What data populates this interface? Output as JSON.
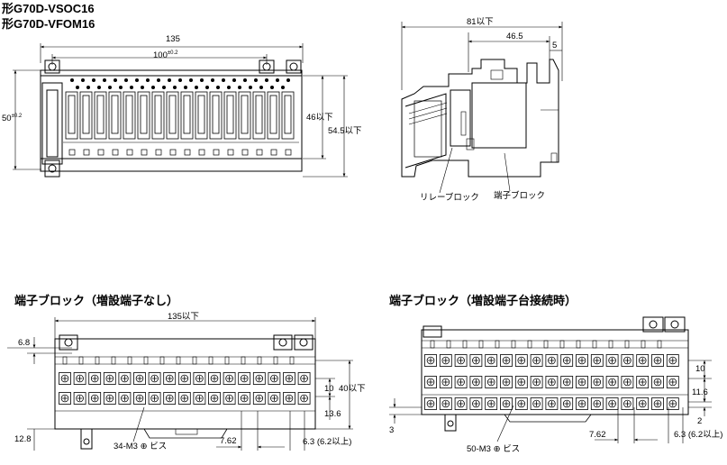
{
  "titles": {
    "model1": "形G70D-VSOC16",
    "model2": "形G70D-VFOM16",
    "block_no_ext": "端子ブロック（増設端子なし）",
    "block_ext": "端子ブロック（増設端子台接続時）"
  },
  "front": {
    "width": "135",
    "pitch": "100",
    "pitch_tol": "±0.2",
    "height": "50",
    "height_tol": "±0.2",
    "h46": "46以下",
    "h545": "54.5以下"
  },
  "side": {
    "w81": "81以下",
    "w465": "46.5",
    "w5": "5",
    "relay_block": "リレーブロック",
    "terminal_block": "端子ブロック"
  },
  "block_a": {
    "w135": "135以下",
    "d68": "6.8",
    "d10": "10",
    "d40": "40以下",
    "d136": "13.6",
    "d128": "12.8",
    "d762": "7.62",
    "d63": "6.3 (6.2以上)",
    "screw": "34-M3 ⊕ ビス"
  },
  "block_b": {
    "d10": "10",
    "d116": "11.6",
    "d2": "2",
    "d3": "3",
    "d762": "7.62",
    "d63": "6.3 (6.2以上)",
    "screw": "50-M3 ⊕ ビス"
  }
}
